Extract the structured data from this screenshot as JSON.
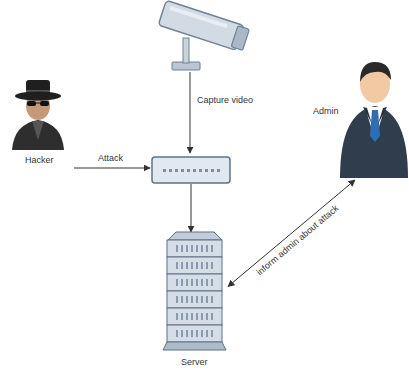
{
  "diagram": {
    "nodes": [
      {
        "text": [
          "Hacker"
        ]
      },
      {
        "text": [
          "Admin"
        ]
      },
      {
        "text": [
          "Server"
        ]
      }
    ],
    "edges": [
      {
        "from": 2,
        "to": 1,
        "label": "inform admin about attack",
        "arrow": "both"
      }
    ],
    "labels": [
      "Capture video",
      "Attack"
    ]
  }
}
